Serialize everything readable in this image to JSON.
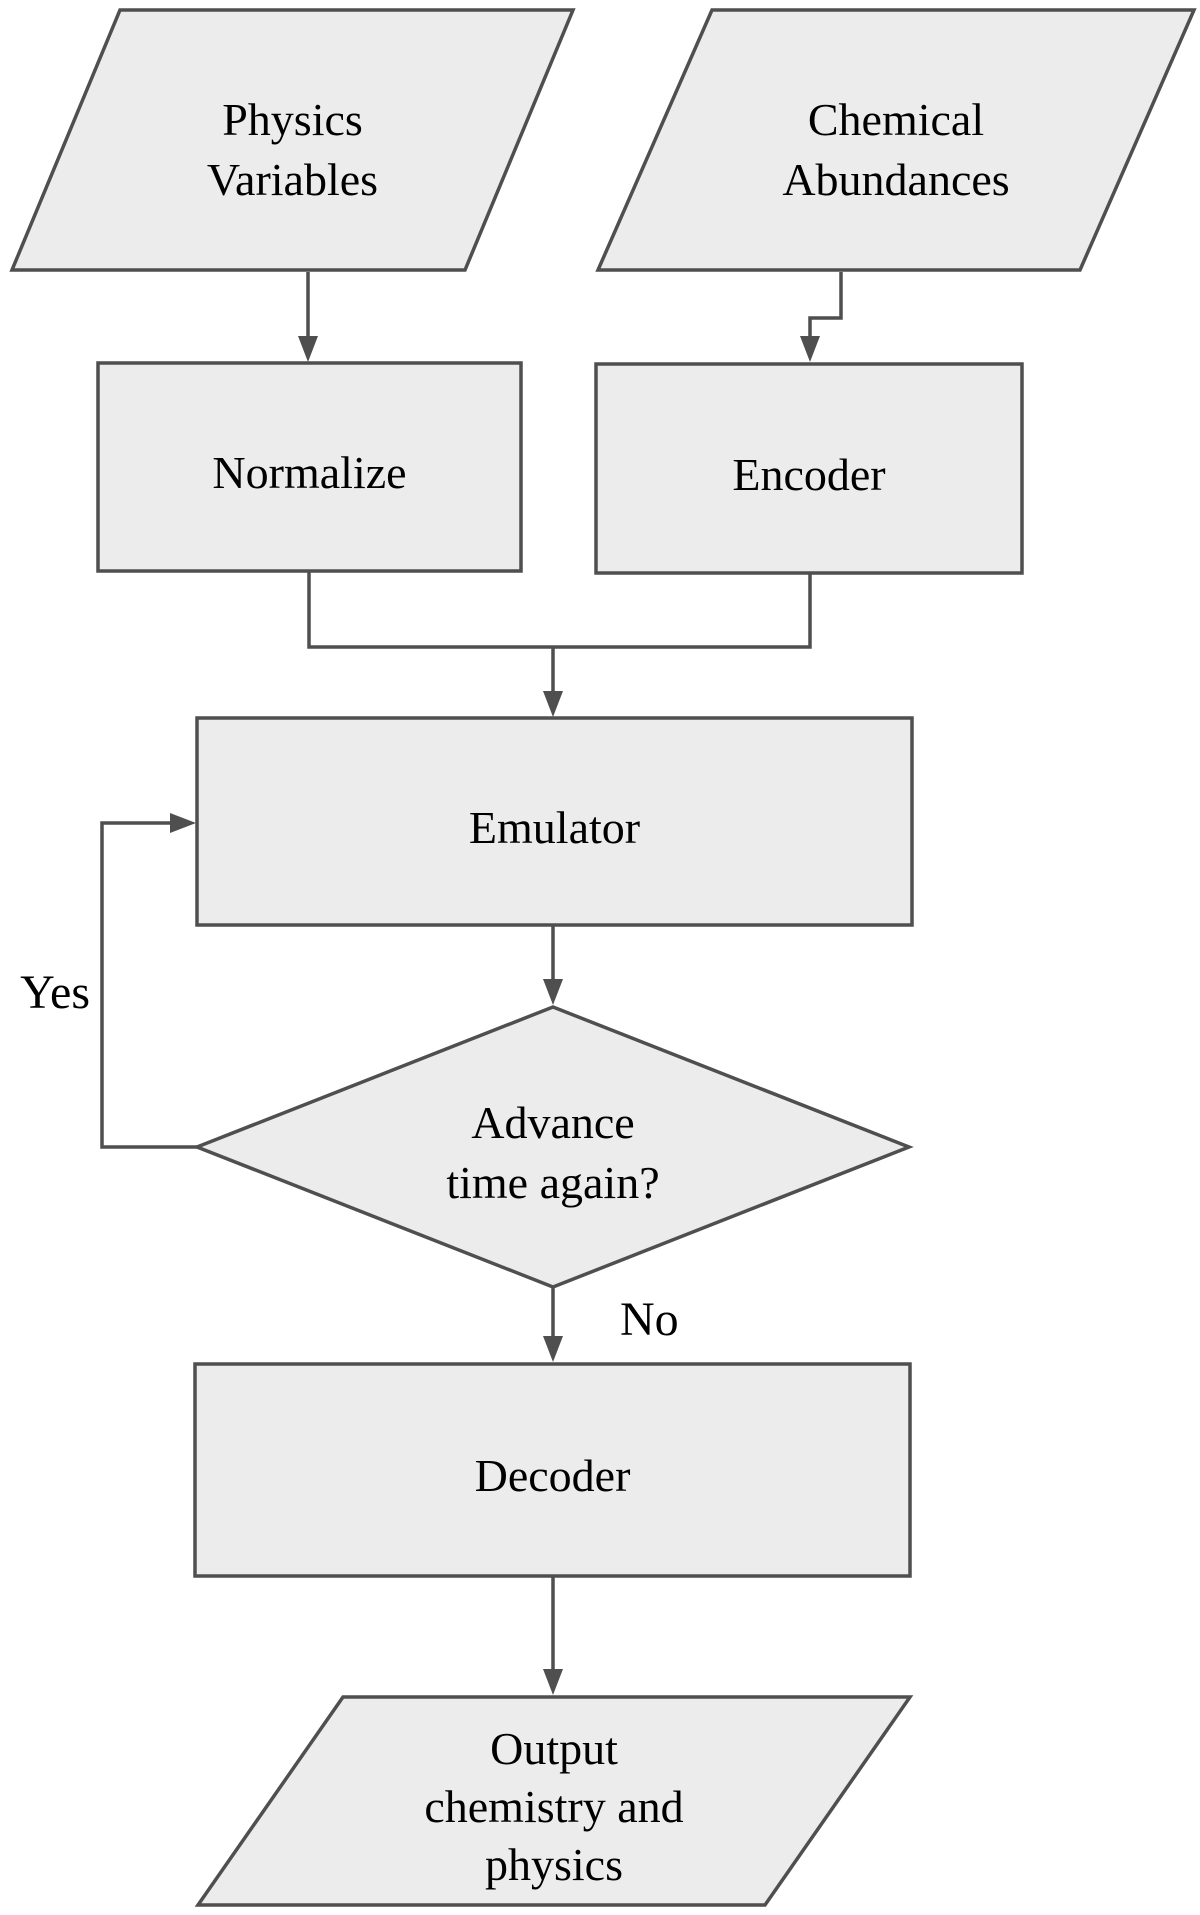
{
  "diagram": {
    "type": "flowchart",
    "colors": {
      "background": "#ffffff",
      "node_fill": "#ececec",
      "node_stroke": "#4f4f4f",
      "edge": "#4f4f4f",
      "text": "#000000"
    },
    "nodes": {
      "physics_variables": {
        "shape": "parallelogram-input",
        "lines": [
          "Physics",
          "Variables"
        ]
      },
      "chemical_abundances": {
        "shape": "parallelogram-input",
        "lines": [
          "Chemical",
          "Abundances"
        ]
      },
      "normalize": {
        "shape": "process-rect",
        "lines": [
          "Normalize"
        ]
      },
      "encoder": {
        "shape": "process-rect",
        "lines": [
          "Encoder"
        ]
      },
      "emulator": {
        "shape": "process-rect",
        "lines": [
          "Emulator"
        ]
      },
      "advance_time": {
        "shape": "decision-diamond",
        "lines": [
          "Advance",
          "time again?"
        ]
      },
      "decoder": {
        "shape": "process-rect",
        "lines": [
          "Decoder"
        ]
      },
      "output": {
        "shape": "parallelogram-output",
        "lines": [
          "Output",
          "chemistry and",
          "physics"
        ]
      }
    },
    "edge_labels": {
      "yes": "Yes",
      "no": "No"
    }
  }
}
